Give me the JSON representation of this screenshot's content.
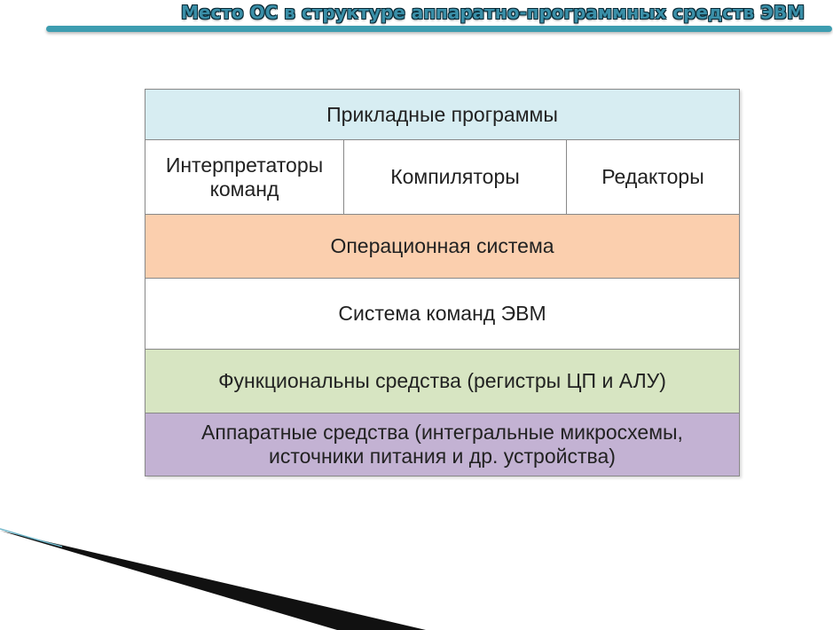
{
  "slide": {
    "title": "Место ОС в структуре аппаратно-программных средств ЭВМ"
  },
  "diagram": {
    "layers": {
      "applications": "Прикладные программы",
      "tools": {
        "interpreters": "Интерпретаторы\nкоманд",
        "compilers": "Компиляторы",
        "editors": "Редакторы"
      },
      "os": "Операционная система",
      "instruction_set": "Система команд ЭВМ",
      "functional": "Функциональны средства (регистры ЦП и АЛУ)",
      "hardware": "Аппаратные средства (интегральные микросхемы,\nисточники питания и др. устройства)"
    }
  },
  "colors": {
    "title": "#3a8fa8",
    "title_rule": "#3d9db0",
    "applications": "#d7edf2",
    "os": "#fbcfae",
    "functional": "#d7e5c2",
    "hardware": "#c3b2d3"
  }
}
